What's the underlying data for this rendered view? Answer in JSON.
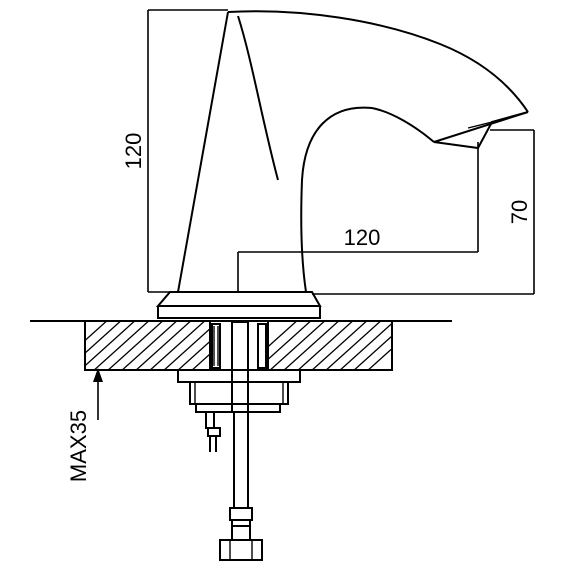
{
  "drawing": {
    "dimensions": {
      "body_height": "120",
      "spout_reach": "120",
      "spout_height": "70",
      "max_deck_thickness": "MAX35"
    },
    "colors": {
      "line": "#000000",
      "background": "#ffffff"
    }
  }
}
